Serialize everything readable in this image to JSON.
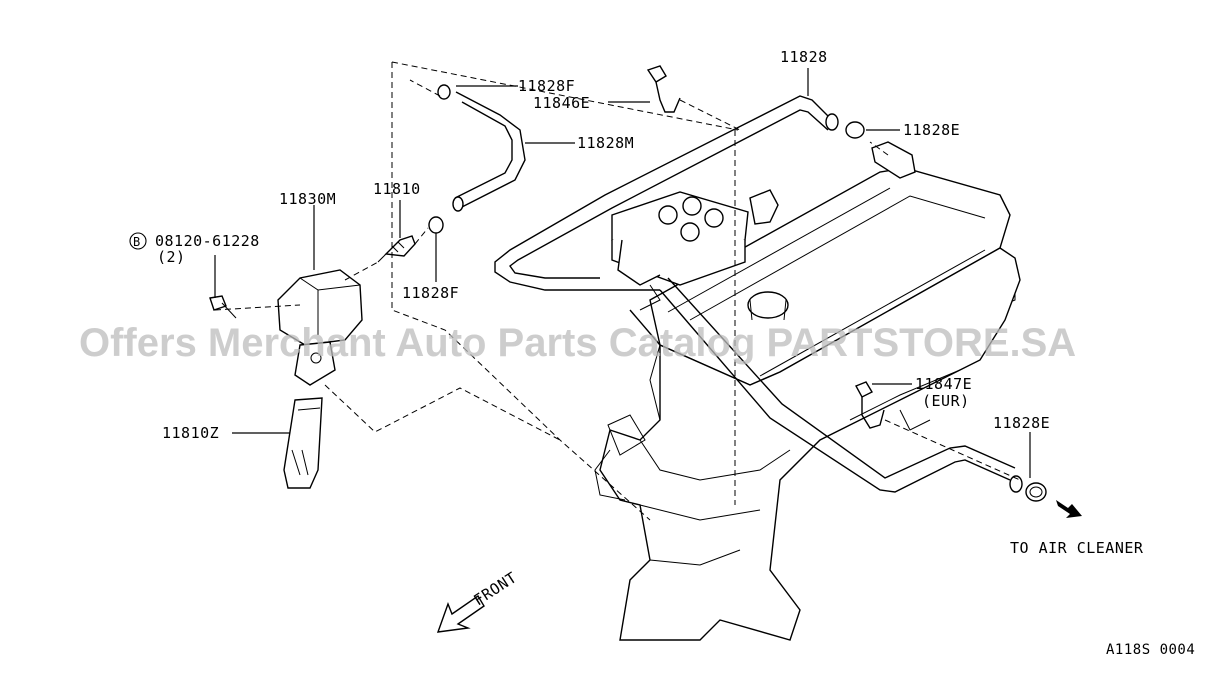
{
  "diagram": {
    "watermark": "Offers Merchant Auto Parts Catalog PARTSTORE.SA",
    "code": "A118S 0004",
    "front": "FRONT",
    "destination": "TO AIR CLEANER",
    "callouts": {
      "c11828": "11828",
      "c11828F_top": "11828F",
      "c11846E": "11846E",
      "c11828M": "11828M",
      "c11828E_top": "11828E",
      "c11810": "11810",
      "c11830M": "11830M",
      "bolt_symbol": "B",
      "bolt_number": "08120-61228",
      "bolt_qty": "(2)",
      "c11828F_mid": "11828F",
      "c11810Z": "11810Z",
      "c11847E": "11847E",
      "eur": "(EUR)",
      "c11828E_bot": "11828E"
    }
  }
}
